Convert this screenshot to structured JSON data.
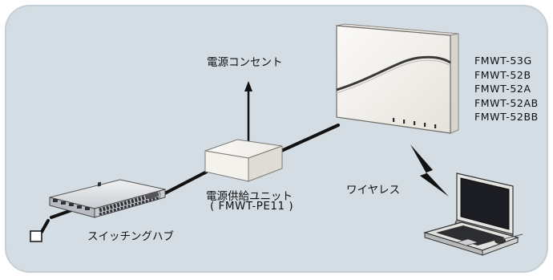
{
  "labels": {
    "power_outlet": "電源コンセント",
    "power_supply_unit": "電源供給ユニット",
    "power_supply_model": "( FMWT-PE11 )",
    "switching_hub": "スイッチングハブ",
    "wireless": "ワイヤレス"
  },
  "access_point_models": [
    "FMWT-53G",
    "FMWT-52B",
    "FMWT-52A",
    "FMWT-52AB",
    "FMWT-52BB"
  ],
  "colors": {
    "panel_fill": "#d3dde3",
    "panel_border": "#c4cfd6",
    "cable": "#111111",
    "device_body": "#f5f3ef"
  },
  "icons": {
    "access_point": "access-point-icon",
    "power_supply": "power-supply-icon",
    "switching_hub": "switching-hub-icon",
    "laptop": "laptop-icon",
    "wireless_signal": "lightning-bolt-icon",
    "outlet_arrow": "arrow-up-icon",
    "port": "port-square-icon"
  }
}
